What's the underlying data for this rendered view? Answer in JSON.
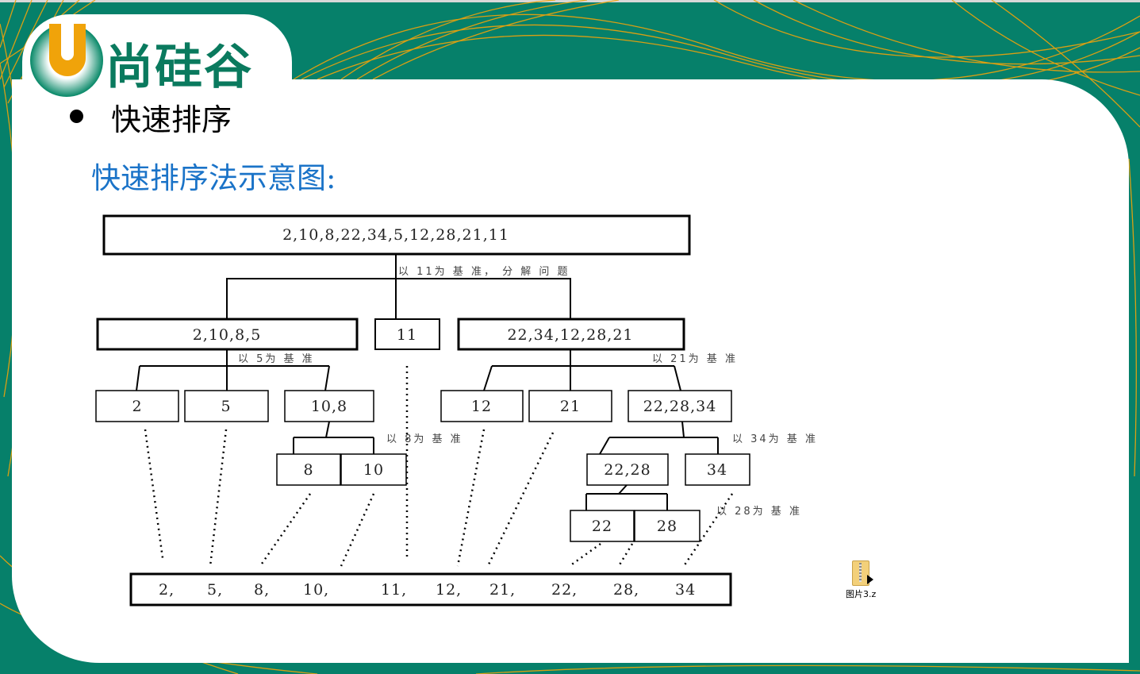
{
  "colors": {
    "background": "#06806a",
    "accent_orange": "#f0a30a",
    "subheading": "#1a73c8"
  },
  "logo": {
    "text": "尚硅谷",
    "letter": "U"
  },
  "slide": {
    "heading": "快速排序",
    "subheading": "快速排序法示意图:"
  },
  "diagram": {
    "root": "2,10,8,22,34,5,12,28,21,11",
    "label_root": "以 11为 基 准， 分 解 问 题",
    "left": "2,10,8,5",
    "pivot": "11",
    "right": "22,34,12,28,21",
    "label_left": "以 5为 基 准",
    "label_right": "以 21为 基 准",
    "l2": "2",
    "l5": "5",
    "l108": "10,8",
    "r12": "12",
    "r21": "21",
    "r222834": "22,28,34",
    "label_8": "以 8为 基 准",
    "label_34": "以 34为 基 准",
    "n8": "8",
    "n10": "10",
    "n2228": "22,28",
    "n34": "34",
    "label_28": "以 28为 基 准",
    "n22": "22",
    "n28": "28",
    "result": [
      "2,",
      "5,",
      "8,",
      "10,",
      "11,",
      "12,",
      "21,",
      "22,",
      "28,",
      "34"
    ]
  },
  "desktop_file": {
    "name": "图片3.z",
    "icon": "zip-folder-icon"
  }
}
